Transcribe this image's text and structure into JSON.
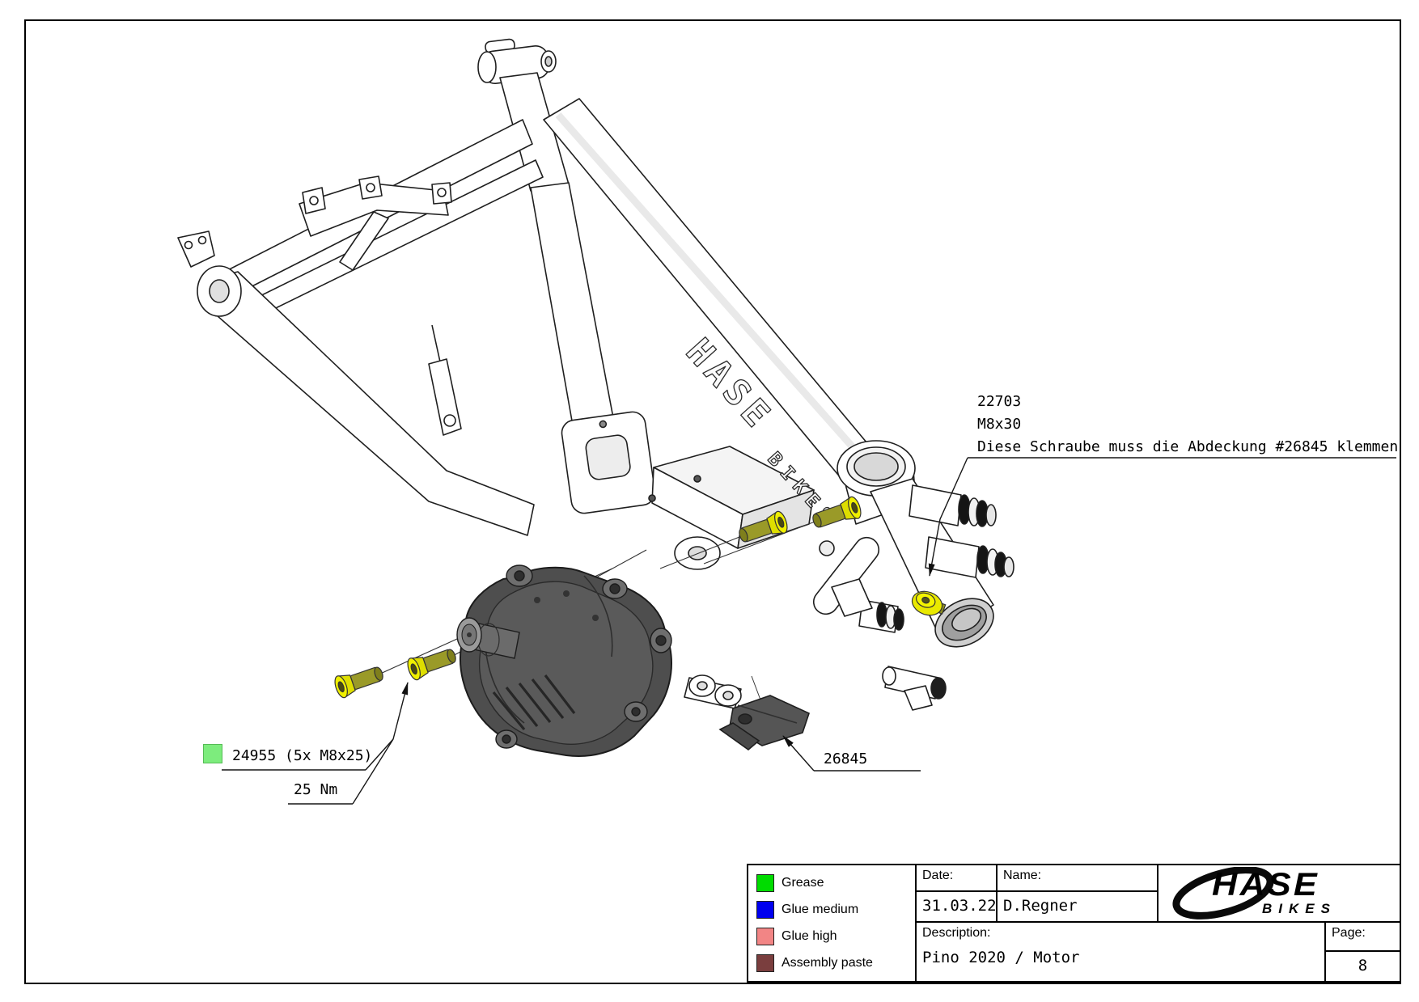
{
  "annotations": {
    "screw_22703": {
      "part_no": "22703",
      "size": "M8x30",
      "note": "Diese Schraube muss die Abdeckung #26845 klemmen"
    },
    "screws_24955": {
      "label": "24955 (5x M8x25)",
      "torque": "25 Nm",
      "marker_color": "#7dec7d"
    },
    "cover_26845": {
      "part_no": "26845"
    }
  },
  "frame_branding": {
    "line1": "HASE",
    "line2": "BIKES"
  },
  "title_block": {
    "legend": [
      {
        "label": "Grease",
        "color": "#00dc00"
      },
      {
        "label": "Glue medium",
        "color": "#0000ef"
      },
      {
        "label": "Glue high",
        "color": "#f28585"
      },
      {
        "label": "Assembly paste",
        "color": "#7a3e3e"
      }
    ],
    "date_label": "Date:",
    "date_value": "31.03.22",
    "name_label": "Name:",
    "name_value": "D.Regner",
    "description_label": "Description:",
    "description_value": "Pino 2020 / Motor",
    "page_label": "Page:",
    "page_value": "8",
    "logo": {
      "line1": "HASE",
      "line2": "BIKES"
    }
  }
}
